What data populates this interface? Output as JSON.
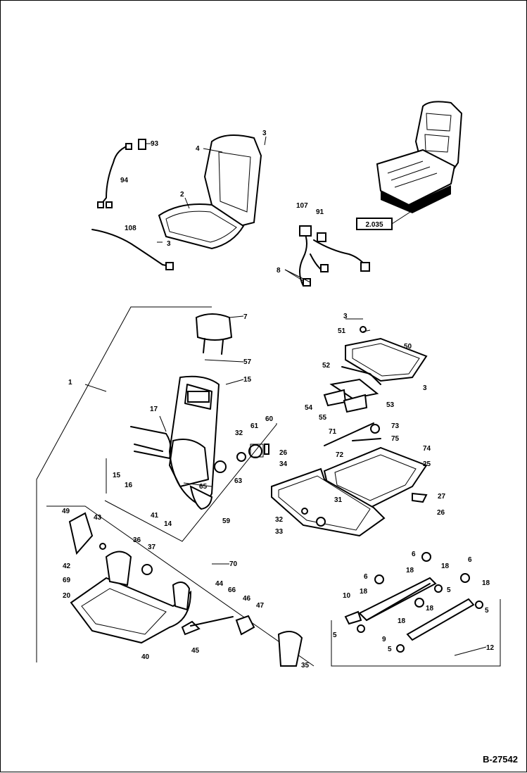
{
  "drawing": {
    "code": "B-27542",
    "reference_box": "2.035",
    "labels": [
      "1",
      "2",
      "3",
      "3",
      "3",
      "3",
      "4",
      "5",
      "5",
      "5",
      "5",
      "6",
      "6",
      "6",
      "7",
      "8",
      "9",
      "10",
      "12",
      "14",
      "15",
      "15",
      "16",
      "17",
      "18",
      "18",
      "18",
      "18",
      "18",
      "18",
      "20",
      "25",
      "26",
      "26",
      "27",
      "31",
      "32",
      "32",
      "33",
      "34",
      "35",
      "36",
      "37",
      "40",
      "41",
      "42",
      "43",
      "44",
      "45",
      "46",
      "47",
      "49",
      "50",
      "51",
      "52",
      "53",
      "54",
      "55",
      "57",
      "59",
      "60",
      "61",
      "63",
      "65",
      "66",
      "69",
      "70",
      "71",
      "72",
      "73",
      "74",
      "75",
      "91",
      "93",
      "94",
      "107",
      "108"
    ]
  }
}
